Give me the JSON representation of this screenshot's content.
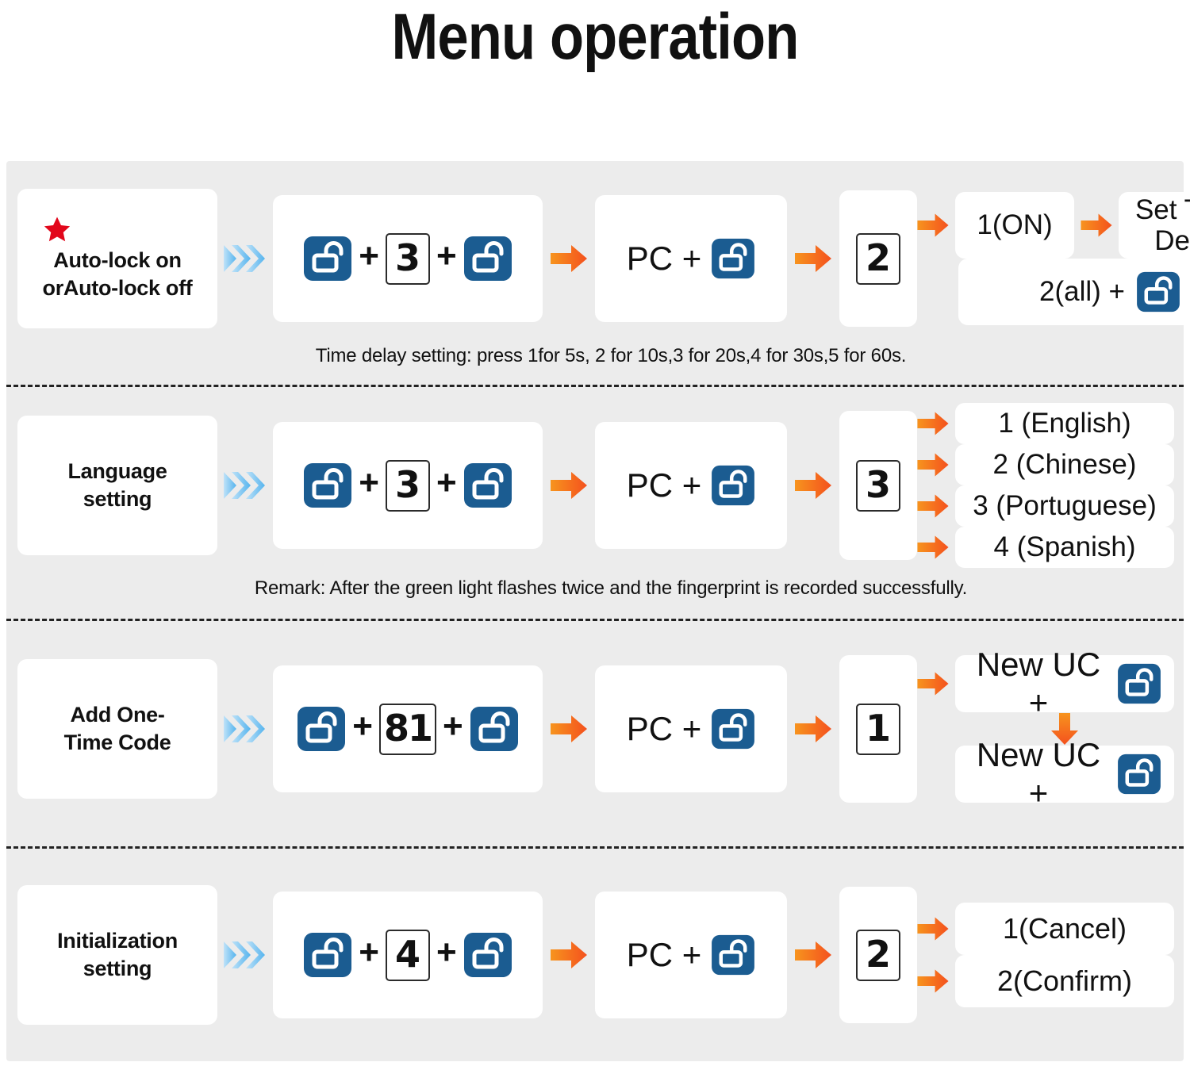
{
  "title": "Menu operation",
  "colors": {
    "lock_blue": "#1b5c91",
    "arrow_orange_light": "#f7941e",
    "arrow_orange_dark": "#f4511e",
    "chevron_blue": "#79c2f2",
    "star_red": "#e2071b",
    "band_bg": "#ececec",
    "card_bg": "#ffffff"
  },
  "icons": {
    "lock": "unlock-icon",
    "chevrons": "triple-chevron-right-icon",
    "arrow": "arrow-right-icon",
    "arrow_down": "arrow-down-icon",
    "star": "star-icon"
  },
  "rows": [
    {
      "id": "auto-lock",
      "starred": true,
      "label_line1": "Auto-lock on",
      "label_line2": "orAuto-lock off",
      "combo": {
        "key": "3",
        "plus": "+"
      },
      "pc_label": "PC +",
      "menu_key": "2",
      "options": [
        {
          "text": "1(ON)",
          "arrow": true,
          "trailing_arrow": true,
          "next_text": "Set Time Delay",
          "next_line1": "Set Time",
          "next_line2": "Delay"
        },
        {
          "text": "2(all) +",
          "arrow": false,
          "lock": true
        }
      ],
      "caption": "Time delay setting: press 1for 5s, 2 for 10s,3 for 20s,4 for 30s,5 for 60s."
    },
    {
      "id": "language-setting",
      "starred": false,
      "label_line1": "Language",
      "label_line2": "setting",
      "combo": {
        "key": "3",
        "plus": "+"
      },
      "pc_label": "PC +",
      "menu_key": "3",
      "options": [
        {
          "text": "1 (English)",
          "arrow": true
        },
        {
          "text": "2 (Chinese)",
          "arrow": true
        },
        {
          "text": "3 (Portuguese)",
          "arrow": true
        },
        {
          "text": "4 (Spanish)",
          "arrow": true
        }
      ],
      "caption": "Remark: After the green light flashes twice and the fingerprint is recorded successfully."
    },
    {
      "id": "add-one-time-code",
      "starred": false,
      "label_line1": "Add One-",
      "label_line2": "Time Code",
      "combo": {
        "key": "81",
        "plus": "+"
      },
      "pc_label": "PC +",
      "menu_key": "1",
      "options": [
        {
          "text": "New UC +",
          "arrow": true,
          "lock": true
        },
        {
          "text": "New UC +",
          "arrow": false,
          "lock": true,
          "down_arrow_before": true
        }
      ],
      "caption": ""
    },
    {
      "id": "initialization-setting",
      "starred": false,
      "label_line1": "Initialization",
      "label_line2": "setting",
      "combo": {
        "key": "4",
        "plus": "+"
      },
      "pc_label": "PC +",
      "menu_key": "2",
      "options": [
        {
          "text": "1(Cancel)",
          "arrow": true
        },
        {
          "text": "2(Confirm)",
          "arrow": true
        }
      ],
      "caption": ""
    }
  ]
}
